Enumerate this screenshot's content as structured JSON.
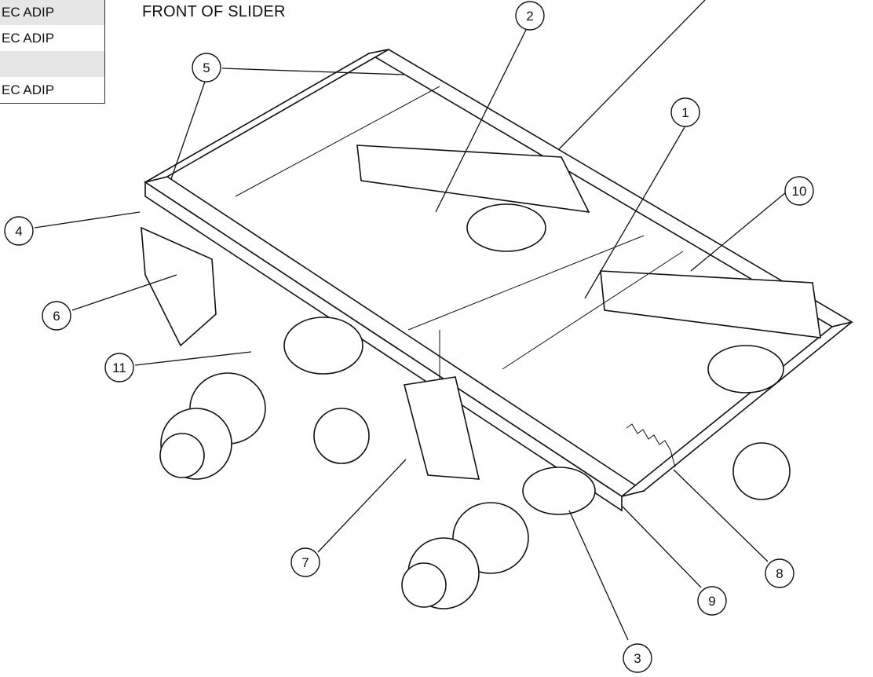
{
  "parts_table": {
    "rows": [
      {
        "text": "EC ADIP",
        "shaded": true
      },
      {
        "text": "EC ADIP",
        "shaded": false
      },
      {
        "text": "",
        "shaded": true
      },
      {
        "text": "EC ADIP",
        "shaded": false
      }
    ]
  },
  "view_title": "FRONT OF SLIDER",
  "callouts": [
    {
      "label": "1"
    },
    {
      "label": "2"
    },
    {
      "label": "3"
    },
    {
      "label": "4"
    },
    {
      "label": "5"
    },
    {
      "label": "6"
    },
    {
      "label": "7"
    },
    {
      "label": "8"
    },
    {
      "label": "9"
    },
    {
      "label": "10"
    },
    {
      "label": "11"
    }
  ]
}
